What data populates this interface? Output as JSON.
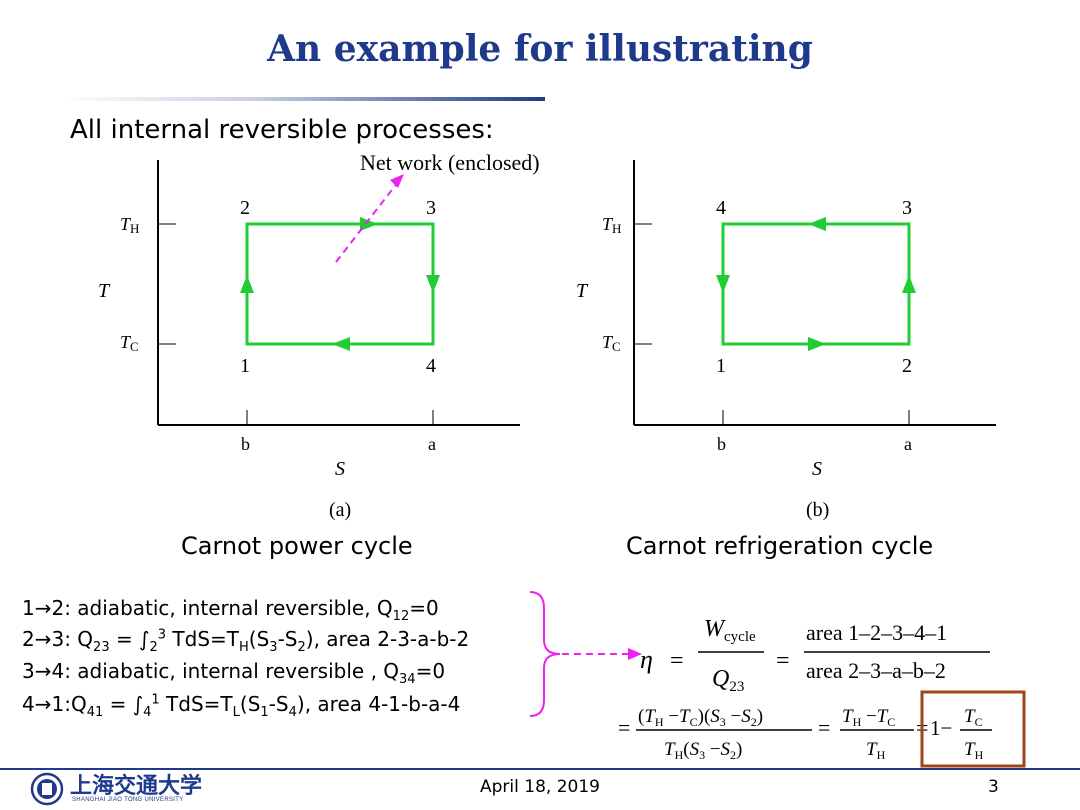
{
  "slide": {
    "title": "An example for illustrating",
    "intro": "All internal reversible processes:",
    "date": "April 18, 2019",
    "page": "3"
  },
  "logo": {
    "name_cn": "上海交通大学",
    "name_en": "SHANGHAI JIAO TONG UNIVERSITY"
  },
  "diagram_a": {
    "annotation": "Net work (enclosed)",
    "y_label": "T",
    "x_label": "S",
    "th_label": "T",
    "th_sub": "H",
    "tc_label": "T",
    "tc_sub": "C",
    "corner_tl": "2",
    "corner_tr": "3",
    "corner_bl": "1",
    "corner_br": "4",
    "tick_left": "b",
    "tick_right": "a",
    "sublabel": "(a)",
    "caption": "Carnot power cycle"
  },
  "diagram_b": {
    "y_label": "T",
    "x_label": "S",
    "th_label": "T",
    "th_sub": "H",
    "tc_label": "T",
    "tc_sub": "C",
    "corner_tl": "4",
    "corner_tr": "3",
    "corner_bl": "1",
    "corner_br": "2",
    "tick_left": "b",
    "tick_right": "a",
    "sublabel": "(b)",
    "caption": "Carnot refrigeration cycle"
  },
  "statements": {
    "s1_text": "1→2: adiabatic, internal reversible, Q",
    "s1_sub": "12",
    "s1_tail": "=0",
    "s2_pre": "2→3: Q",
    "s2_sub": "23",
    "s2_mid": " = ∫",
    "s2_lo": "2",
    "s2_hi": "3",
    "s2_mid2": " TdS=T",
    "s2_sub_h": "H",
    "s2_mid3": "(S",
    "s2_sub3": "3",
    "s2_mid4": "-S",
    "s2_sub2": "2",
    "s2_tail": "), area 2-3-a-b-2",
    "s3_text": "3→4: adiabatic, internal reversible , Q",
    "s3_sub": "34",
    "s3_tail": "=0",
    "s4_pre": "4→1:Q",
    "s4_sub": "41",
    "s4_mid": " = ∫",
    "s4_lo": "4",
    "s4_hi": "1",
    "s4_mid2": " TdS=T",
    "s4_sub_l": "L",
    "s4_mid3": "(S",
    "s4_sub1": "1",
    "s4_mid4": "-S",
    "s4_sub4": "4",
    "s4_tail": "), area 4-1-b-a-4"
  },
  "equation": {
    "eta": "η",
    "eq": "=",
    "w_num": "W",
    "w_sub": "cycle",
    "q_den": "Q",
    "q_sub": "23",
    "area_num": "area 1–2–3–4–1",
    "area_den": "area 2–3–a–b–2",
    "f1_num": "(T_H − T_C)(S_3 − S_2)",
    "f1_den": "T_H(S_3 − S_2)",
    "f2_num": "T_H − T_C",
    "f2_den": "T_H",
    "one_minus": "1−",
    "f3_num": "T_C",
    "f3_den": "T_H",
    "T": "T",
    "S": "S",
    "H": "H",
    "C": "C",
    "three": "3",
    "two": "2",
    "minus": "−",
    "lp": "(",
    "rp": ")"
  },
  "colors": {
    "title": "#1f3a8a",
    "cycle_green": "#22cc33",
    "annotation_magenta": "#ee22ee",
    "highlight_box": "#a0451a"
  }
}
